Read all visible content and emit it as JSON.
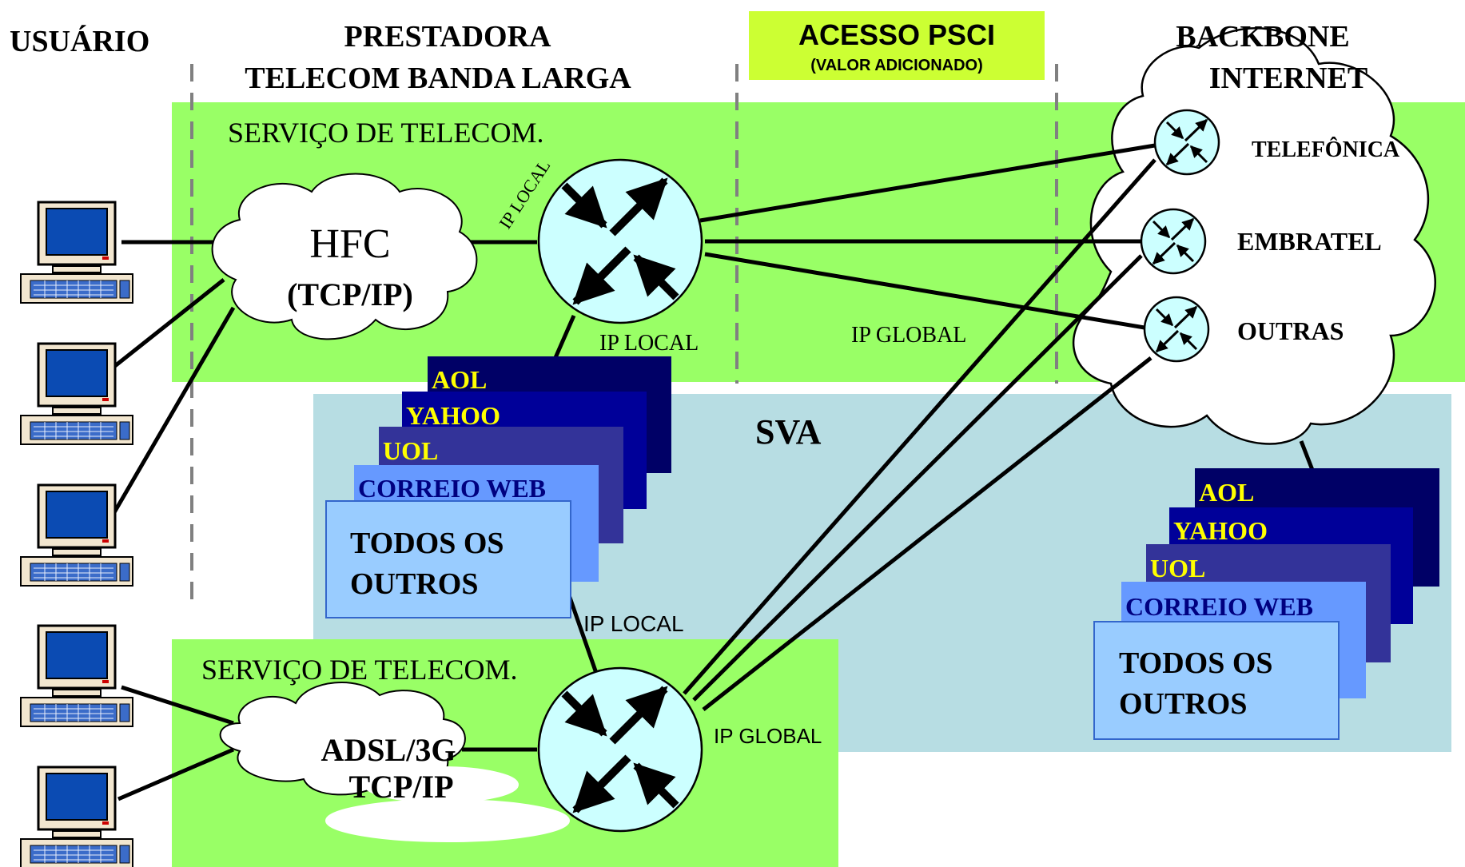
{
  "headers": {
    "usuario": "USUÁRIO",
    "prestadora_line1": "PRESTADORA",
    "prestadora_line2": "TELECOM BANDA LARGA",
    "acesso_title": "ACESSO PSCI",
    "acesso_sub": "(VALOR ADICIONADO)",
    "backbone_line1": "BACKBONE",
    "backbone_line2": "INTERNET"
  },
  "zones": {
    "telecom_top": "SERVIÇO DE TELECOM.",
    "telecom_bottom": "SERVIÇO DE TELECOM.",
    "sva": "SVA"
  },
  "clouds": {
    "hfc_line1": "HFC",
    "hfc_line2": "(TCP/IP)",
    "adsl_line1": "ADSL/3G",
    "adsl_line2": "TCP/IP"
  },
  "links": {
    "ip_local_diag": "IP LOCAL",
    "ip_local_top": "IP LOCAL",
    "ip_global_top": "IP GLOBAL",
    "ip_local_bottom": "IP LOCAL",
    "ip_global_bottom": "IP GLOBAL"
  },
  "backbone_routers": [
    "TELEFÔNICA",
    "EMBRATEL",
    "OUTRAS"
  ],
  "providers_left": [
    "AOL",
    "YAHOO",
    "UOL",
    "CORREIO WEB",
    "TODOS OS",
    "OUTROS"
  ],
  "providers_right": [
    "AOL",
    "YAHOO",
    "UOL",
    "CORREIO WEB",
    "TODOS OS",
    "OUTROS"
  ],
  "colors": {
    "telecom_green": "#99ff66",
    "sva_blue": "#b7dde3",
    "acesso_yellow": "#ccff33",
    "router_fill": "#ccffff",
    "provider_1": "#000066",
    "provider_2": "#000099",
    "provider_3": "#333399",
    "provider_4": "#6699ff",
    "provider_5": "#99ccff",
    "provider_text_yellow": "#ffff00",
    "provider_text_navy": "#000080"
  }
}
